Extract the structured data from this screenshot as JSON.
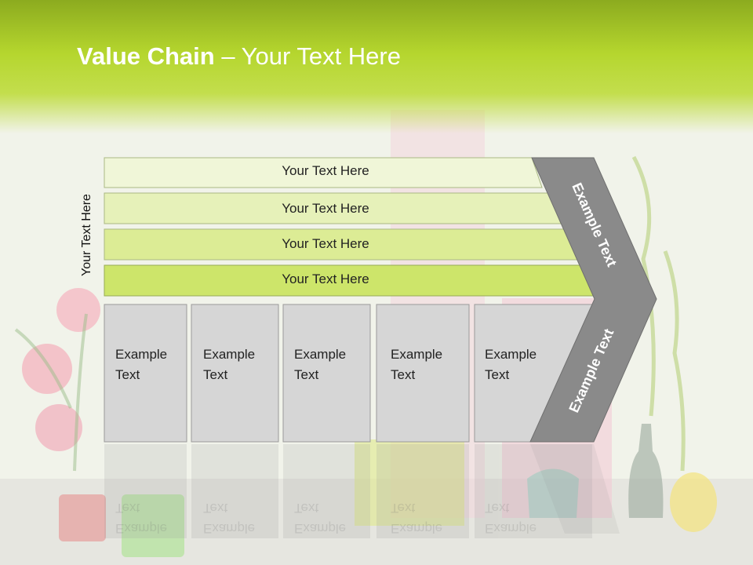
{
  "title": {
    "bold": "Value Chain",
    "rest": " – Your Text Here"
  },
  "side_label": "Your Text Here",
  "bars": [
    {
      "label": "Your Text Here"
    },
    {
      "label": "Your Text Here"
    },
    {
      "label": "Your Text Here"
    },
    {
      "label": "Your Text Here"
    }
  ],
  "boxes": [
    {
      "line1": "Example",
      "line2": "Text"
    },
    {
      "line1": "Example",
      "line2": "Text"
    },
    {
      "line1": "Example",
      "line2": "Text"
    },
    {
      "line1": "Example",
      "line2": "Text"
    },
    {
      "line1": "Example",
      "line2": "Text"
    }
  ],
  "chevron": {
    "upper": "Example Text",
    "lower": "Example Text"
  },
  "colors": {
    "header": "#b5d62e",
    "bar_light": "#f0f6d8",
    "bar_active": "#cde56a",
    "box_fill": "#d6d6d6",
    "chevron": "#8a8a8a"
  }
}
